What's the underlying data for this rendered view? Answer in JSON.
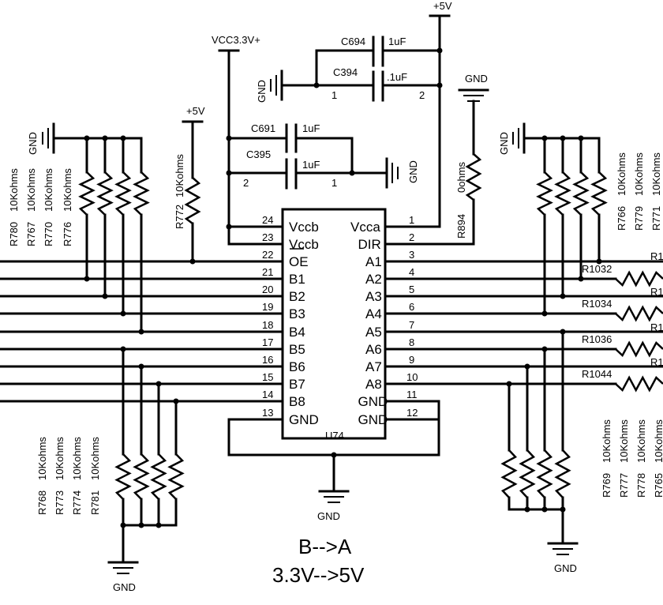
{
  "chip": {
    "ref": "U74",
    "left_pins": [
      {
        "num": "24",
        "name": "Vccb"
      },
      {
        "num": "23",
        "name": "Vccb"
      },
      {
        "num": "22",
        "name": "OE"
      },
      {
        "num": "21",
        "name": "B1"
      },
      {
        "num": "20",
        "name": "B2"
      },
      {
        "num": "19",
        "name": "B3"
      },
      {
        "num": "18",
        "name": "B4"
      },
      {
        "num": "17",
        "name": "B5"
      },
      {
        "num": "16",
        "name": "B6"
      },
      {
        "num": "15",
        "name": "B7"
      },
      {
        "num": "14",
        "name": "B8"
      },
      {
        "num": "13",
        "name": "GND"
      }
    ],
    "right_pins": [
      {
        "num": "1",
        "name": "Vcca"
      },
      {
        "num": "2",
        "name": "DIR"
      },
      {
        "num": "3",
        "name": "A1"
      },
      {
        "num": "4",
        "name": "A2"
      },
      {
        "num": "5",
        "name": "A3"
      },
      {
        "num": "6",
        "name": "A4"
      },
      {
        "num": "7",
        "name": "A5"
      },
      {
        "num": "8",
        "name": "A6"
      },
      {
        "num": "9",
        "name": "A7"
      },
      {
        "num": "10",
        "name": "A8"
      },
      {
        "num": "11",
        "name": "GND"
      },
      {
        "num": "12",
        "name": "GND"
      }
    ]
  },
  "power": {
    "vcc33": "VCC3.3V+",
    "p5v_top": "+5V",
    "p5v_left": "+5V",
    "gnd": "GND"
  },
  "caps": {
    "c694": {
      "ref": "C694",
      "value": "1uF"
    },
    "c394": {
      "ref": "C394",
      "value": ".1uF",
      "pin1": "1",
      "pin2": "2"
    },
    "c691": {
      "ref": "C691",
      "value": "1uF"
    },
    "c395": {
      "ref": "C395",
      "value": "1uF",
      "pin1": "1",
      "pin2": "2"
    }
  },
  "resistors": {
    "r772": {
      "ref": "R772",
      "value": "10Kohms"
    },
    "r894": {
      "ref": "R894",
      "value": "0ohms"
    },
    "top_left": [
      {
        "ref": "R780",
        "value": "10Kohms"
      },
      {
        "ref": "R767",
        "value": "10Kohms"
      },
      {
        "ref": "R770",
        "value": "10Kohms"
      },
      {
        "ref": "R776",
        "value": "10Kohms"
      }
    ],
    "bottom_left": [
      {
        "ref": "R768",
        "value": "10Kohms"
      },
      {
        "ref": "R773",
        "value": "10Kohms"
      },
      {
        "ref": "R774",
        "value": "10Kohms"
      },
      {
        "ref": "R781",
        "value": "10Kohms"
      }
    ],
    "top_right": [
      {
        "ref": "R766",
        "value": "10Kohms"
      },
      {
        "ref": "R779",
        "value": "10Kohms"
      },
      {
        "ref": "R771",
        "value": "10Kohms"
      }
    ],
    "bottom_right": [
      {
        "ref": "R769",
        "value": "10Kohms"
      },
      {
        "ref": "R777",
        "value": "10Kohms"
      },
      {
        "ref": "R778",
        "value": "10Kohms"
      },
      {
        "ref": "R765",
        "value": "10Kohms"
      }
    ],
    "series": [
      "R1032",
      "R1034",
      "R1036",
      "R1044"
    ],
    "clipped_edge": [
      "R1",
      "R1",
      "R1",
      "R1"
    ]
  },
  "note": {
    "line1": "B-->A",
    "line2": "3.3V-->5V"
  }
}
